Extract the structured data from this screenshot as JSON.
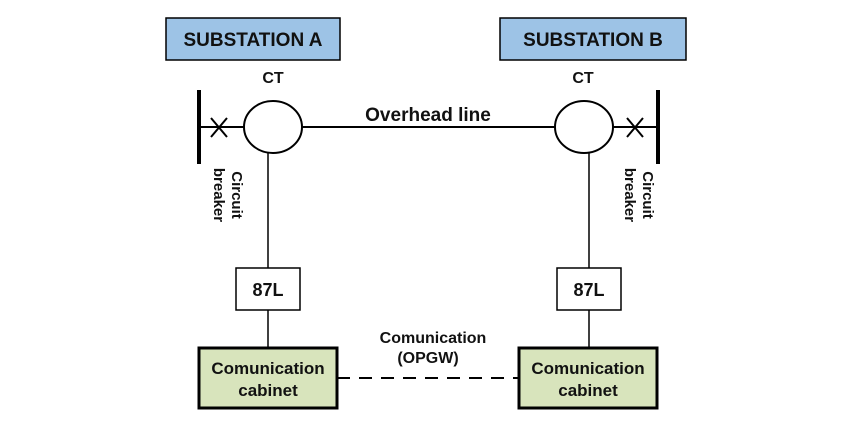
{
  "substations": {
    "a": {
      "title": "SUBSTATION A",
      "ct_label": "CT",
      "breaker_label": [
        "Circuit",
        "breaker"
      ],
      "relay_label": "87L",
      "cabinet_label": [
        "Comunication",
        "cabinet"
      ]
    },
    "b": {
      "title": "SUBSTATION B",
      "ct_label": "CT",
      "breaker_label": [
        "Circuit",
        "breaker"
      ],
      "relay_label": "87L",
      "cabinet_label": [
        "Comunication",
        "cabinet"
      ]
    }
  },
  "line": {
    "label": "Overhead line"
  },
  "communication": {
    "label": [
      "Comunication",
      "(OPGW)"
    ]
  },
  "colors": {
    "title_fill": "#9dc3e6",
    "cabinet_fill": "#d8e4bc",
    "stroke": "#000000"
  }
}
